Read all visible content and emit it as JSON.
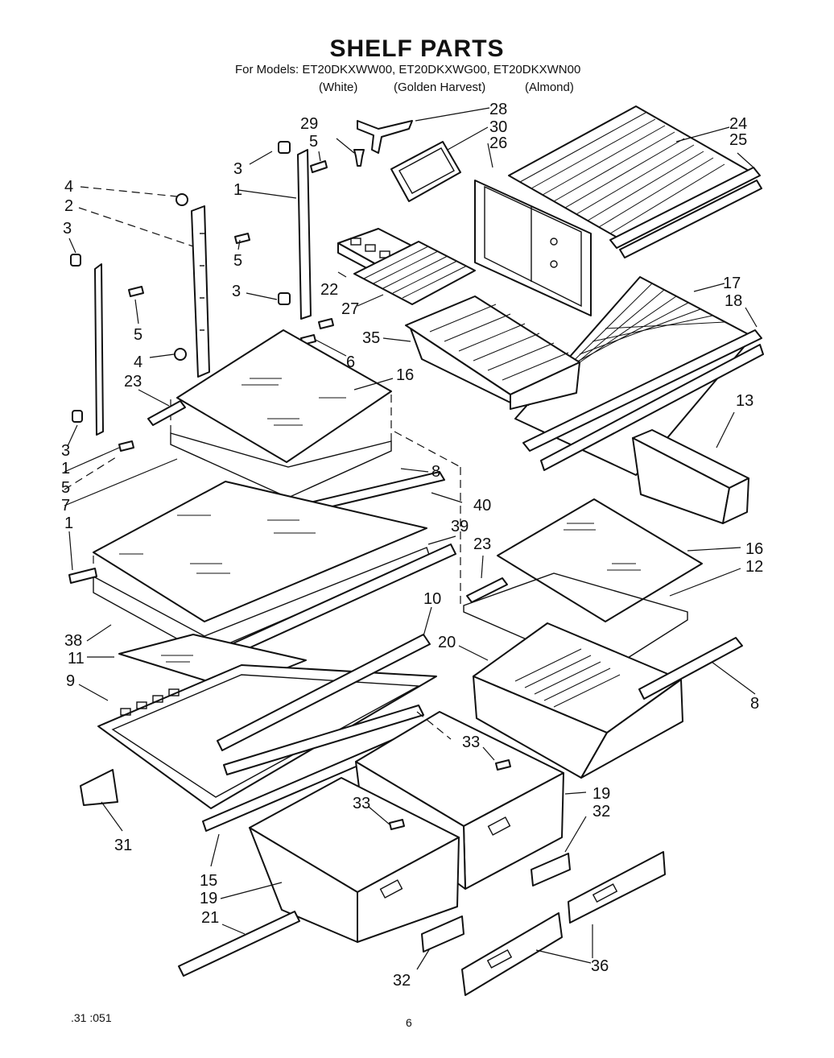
{
  "header": {
    "title": "SHELF PARTS",
    "models_line": "For Models: ET20DKXWW00, ET20DKXWG00, ET20DKXWN00",
    "variants": [
      "(White)",
      "(Golden Harvest)",
      "(Almond)"
    ]
  },
  "labels": {
    "l28": "28",
    "l29": "29",
    "l30": "30",
    "l26": "26",
    "l24": "24",
    "l25": "25",
    "l5a": "5",
    "l3a": "3",
    "l1a": "1",
    "l4a": "4",
    "l2": "2",
    "l3b": "3",
    "l5b": "5",
    "l3c": "3",
    "l5c": "5",
    "l22": "22",
    "l27": "27",
    "l17": "17",
    "l18": "18",
    "l35": "35",
    "l4b": "4",
    "l6": "6",
    "l23a": "23",
    "l16a": "16",
    "l13": "13",
    "l3d": "3",
    "l1b": "1",
    "l5d": "5",
    "l7": "7",
    "l8a": "8",
    "l40": "40",
    "l1c": "1",
    "l39": "39",
    "l23b": "23",
    "l16b": "16",
    "l12": "12",
    "l10": "10",
    "l38": "38",
    "l20": "20",
    "l11": "11",
    "l9": "9",
    "l8b": "8",
    "l33a": "33",
    "l19a": "19",
    "l32a": "32",
    "l31": "31",
    "l33b": "33",
    "l15": "15",
    "l19b": "19",
    "l21": "21",
    "l32b": "32",
    "l36": "36"
  },
  "footer": {
    "code": ".31 :051",
    "page": "6"
  }
}
